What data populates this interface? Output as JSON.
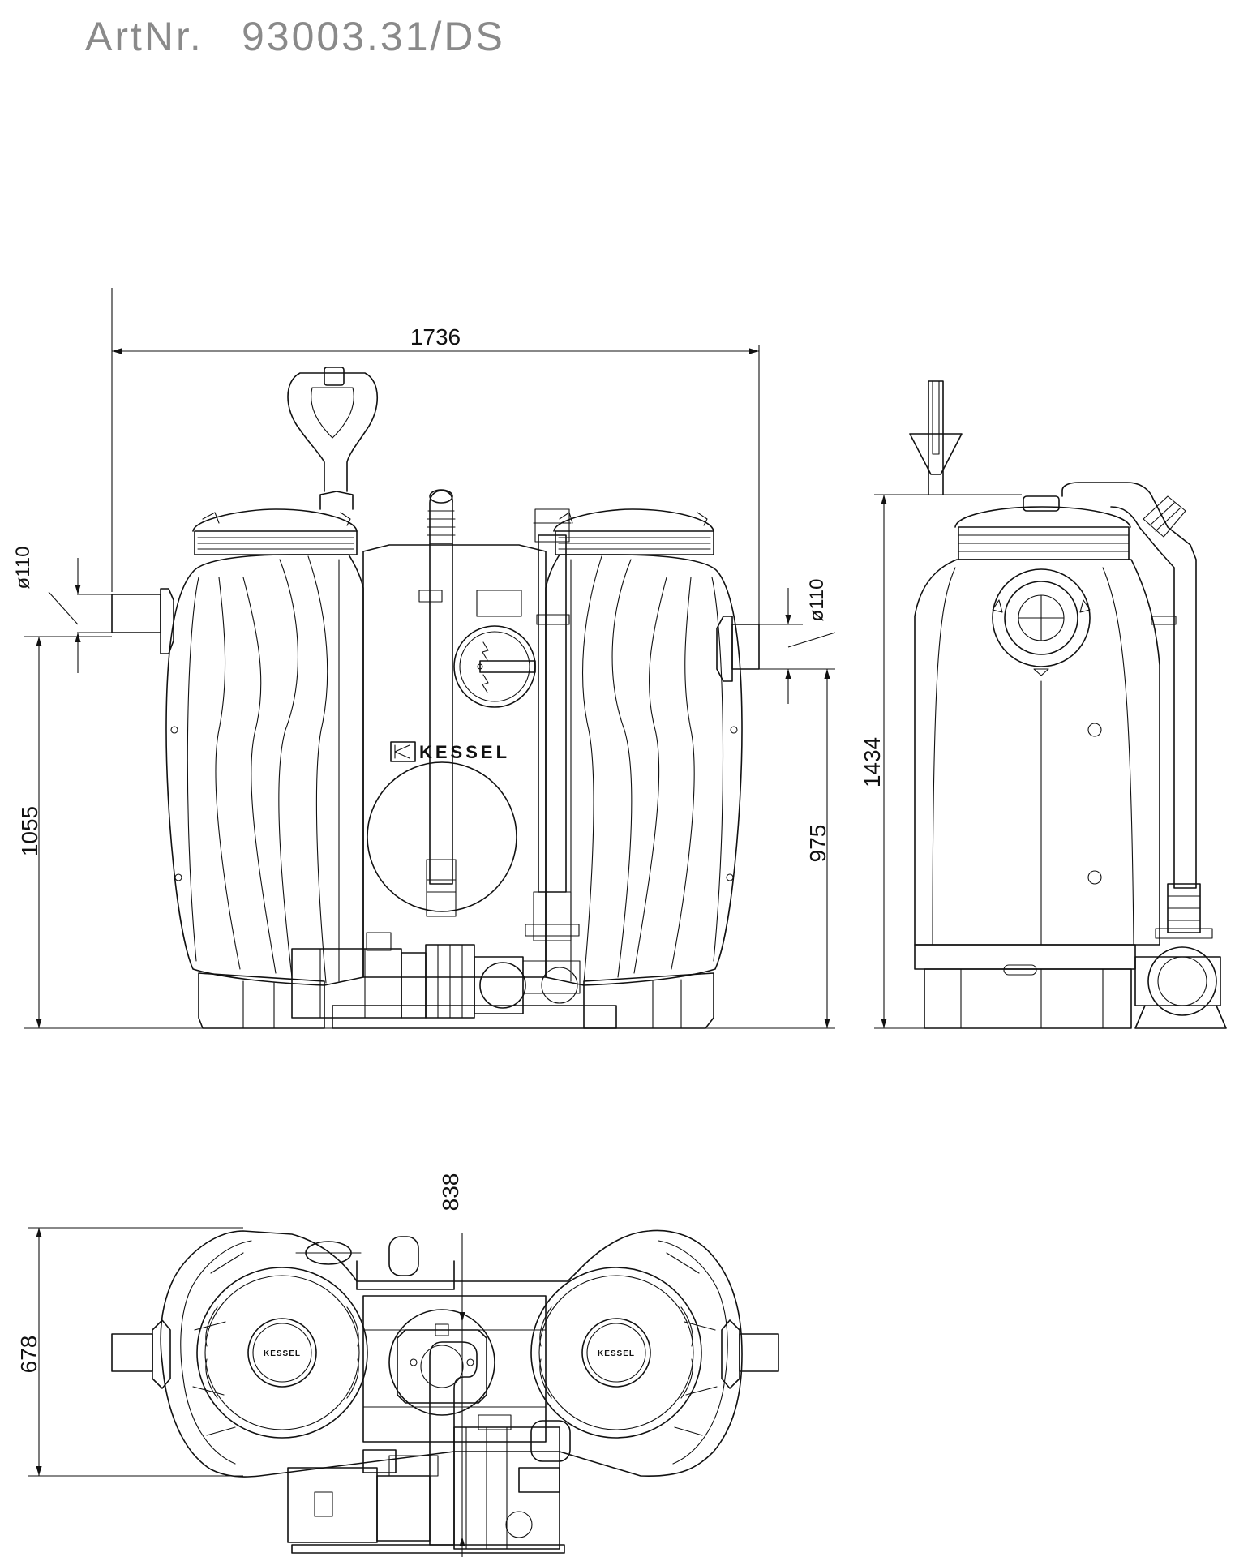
{
  "title": {
    "label": "ArtNr.",
    "number": "93003.31/DS"
  },
  "brand": {
    "logo_text": "KESSEL",
    "logo_small": "KESSEL"
  },
  "front_view": {
    "width": "1736",
    "height_inlet": "1055",
    "height_outlet": "975",
    "diameter_left": "ø110",
    "diameter_right": "ø110"
  },
  "side_view": {
    "height_total": "1434"
  },
  "top_view": {
    "depth_total": "838",
    "depth_tank": "678"
  }
}
